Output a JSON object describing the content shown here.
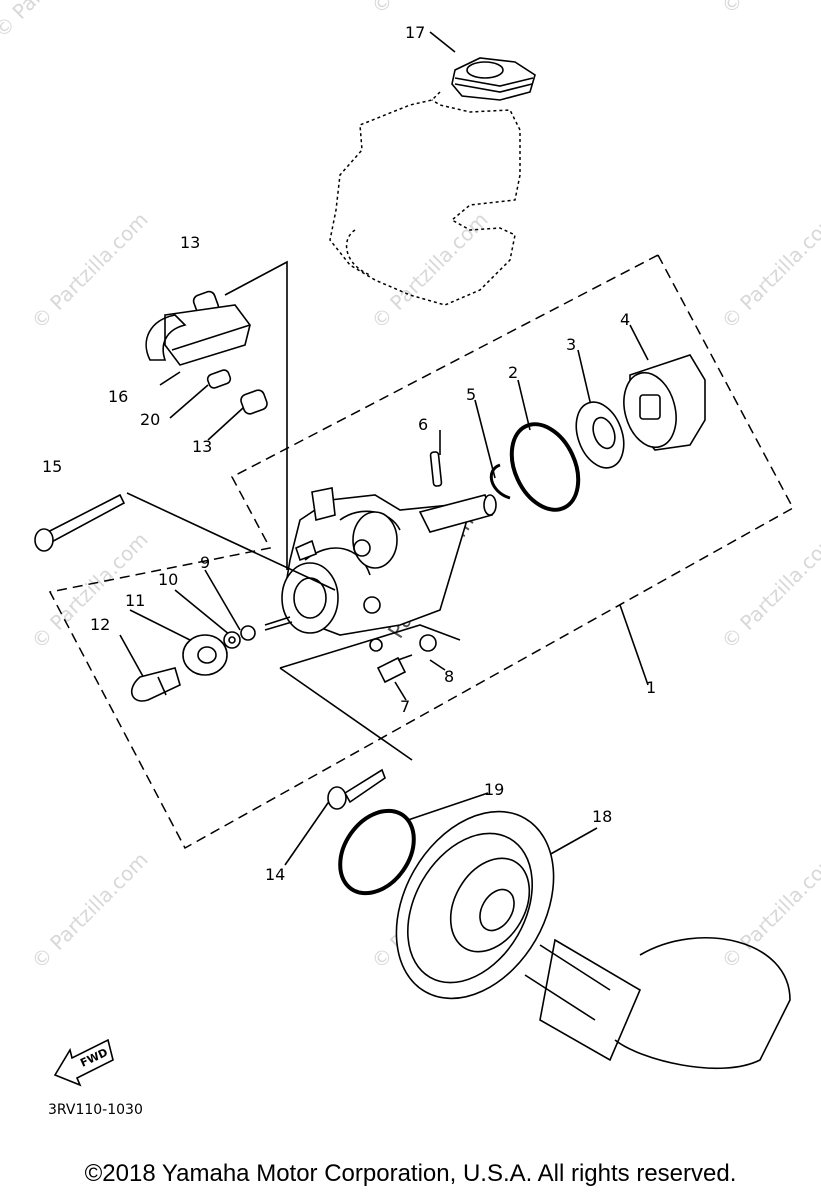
{
  "watermark": "© Partzilla.com",
  "watermark_center": "Partzilla.com",
  "callouts": {
    "p1": "1",
    "p2": "2",
    "p3": "3",
    "p4": "4",
    "p5": "5",
    "p6": "6",
    "p7": "7",
    "p8": "8",
    "p9": "9",
    "p10": "10",
    "p11": "11",
    "p12": "12",
    "p13a": "13",
    "p13b": "13",
    "p14": "14",
    "p15": "15",
    "p16": "16",
    "p17": "17",
    "p18": "18",
    "p19": "19",
    "p20": "20"
  },
  "fwd_label": "FWD",
  "diagram_code": "3RV110-1030",
  "copyright": "©2018  Yamaha Motor Corporation, U.S.A. All rights reserved."
}
